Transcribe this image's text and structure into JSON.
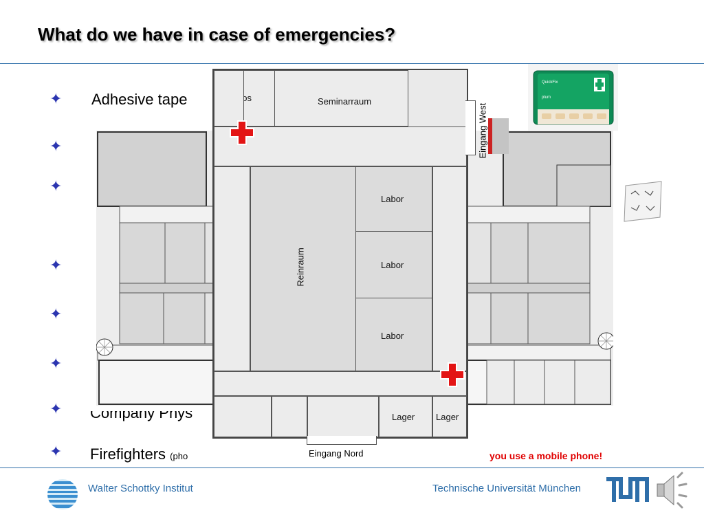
{
  "title": "What do we have in case of emergencies?",
  "bullets": [
    {
      "text": "Adhesive tape"
    },
    {
      "text": ""
    },
    {
      "text": ""
    },
    {
      "text": ""
    },
    {
      "text": ""
    },
    {
      "text": ""
    },
    {
      "text": "Company Phys"
    }
  ],
  "firefighters": {
    "text": "Firefighters",
    "phone": "(pho",
    "red_note": "you use a mobile phone!"
  },
  "floorplan": {
    "rooms": {
      "bueros": "Büros",
      "seminarraum": "Seminarraum",
      "eingang_west": "Eingang West",
      "labor1": "Labor",
      "labor2": "Labor",
      "labor3": "Labor",
      "reinraum": "Reinraum",
      "lager1": "Lager",
      "lager2": "Lager",
      "eingang_nord": "Eingang Nord"
    }
  },
  "first_aid_kit": {
    "brand": "QuickFix",
    "sub": "plum"
  },
  "footer": {
    "left": "Walter Schottky Institut",
    "right": "Technische Universität München",
    "logo": "TUM"
  },
  "colors": {
    "accent": "#2e6ea9",
    "bullet": "#2b35b0",
    "red_cross": "#e31414",
    "warning": "#e00000"
  },
  "icons": [
    "bullet-star-icon",
    "red-cross-icon",
    "wsi-logo-icon",
    "speaker-icon"
  ]
}
